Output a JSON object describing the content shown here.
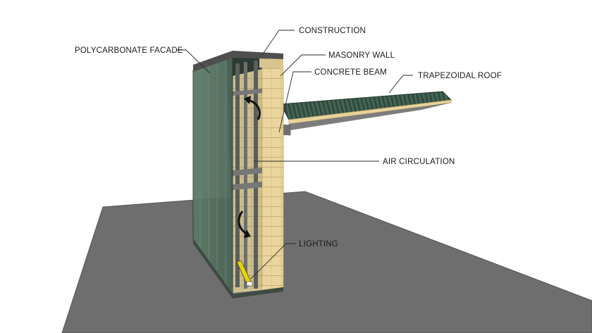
{
  "diagram": {
    "labels": {
      "construction": "CONSTRUCTION",
      "polycarbonate_facade": "POLYCARBONATE FACADE",
      "masonry_wall": "MASONRY WALL",
      "concrete_beam": "CONCRETE BEAM",
      "trapezoidal_roof": "TRAPEZOIDAL ROOF",
      "air_circulation": "AIR CIRCULATION",
      "lighting": "LIGHTING"
    }
  },
  "colors": {
    "ground": "#6e6e6e",
    "facade": "#4f6b5a",
    "masonry": "#e9d49c",
    "concrete": "#8d8d8d",
    "roof": "#3e5a4c",
    "light": "#e8d500"
  }
}
